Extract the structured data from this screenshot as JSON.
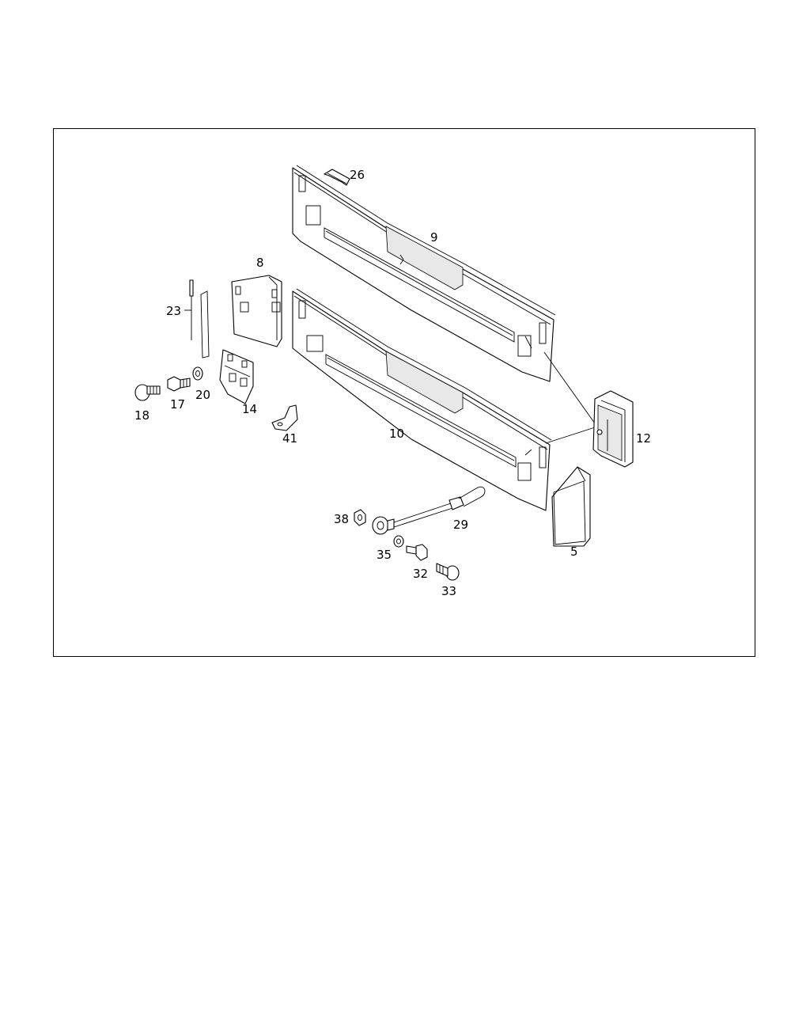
{
  "diagram": {
    "callouts": {
      "c26": "26",
      "c9": "9",
      "c8": "8",
      "c23": "23",
      "c18": "18",
      "c17": "17",
      "c20": "20",
      "c14": "14",
      "c41": "41",
      "c10": "10",
      "c12": "12",
      "c38": "38",
      "c29": "29",
      "c35": "35",
      "c32": "32",
      "c33": "33",
      "c5": "5"
    }
  }
}
